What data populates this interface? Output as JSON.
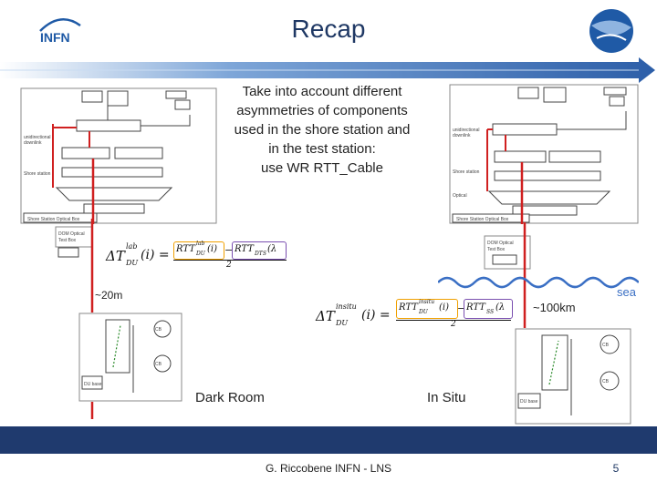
{
  "slide": {
    "title": "Recap",
    "intro_lines": [
      "Take into account different",
      "asymmetries of components",
      "used in the shore station and",
      "in the test station:",
      "use WR RTT_Cable"
    ]
  },
  "labels": {
    "distance_short": "~20m",
    "distance_long": "~100km",
    "sea": "sea",
    "dark_room": "Dark Room",
    "in_situ": "In Situ"
  },
  "equations": {
    "lab_lhs": "ΔT",
    "lab_sub": "DU",
    "lab_sup": "lab",
    "lab_arg": "(i) =",
    "insitu_lhs": "ΔT",
    "insitu_sub": "DU",
    "insitu_sup": "insitu",
    "insitu_arg": "(i) =",
    "rtt_lab": "RTT",
    "rtt_lab_sub": "DU",
    "rtt_lab_sup": "lab",
    "rtt_lab_arg": "(i)",
    "rtt_dts": "RTT",
    "rtt_dts_sub": "DTS",
    "rtt_dts_arg": "(λ",
    "rtt_insitu": "RTT",
    "rtt_insitu_sub": "DU",
    "rtt_insitu_sup": "insitu",
    "rtt_insitu_arg": "(i)",
    "rtt_ss": "RTT",
    "rtt_ss_sub": "SS",
    "rtt_ss_arg": "(λ",
    "minus": "−",
    "denominator": "2"
  },
  "footer": {
    "author": "G. Riccobene   INFN - LNS",
    "page_number": "5"
  },
  "colors": {
    "accent_blue": "#1f3864",
    "footer_bar": "#1f3a6e",
    "red_fiber": "#d02020",
    "highlight_orange": "#f0a000",
    "highlight_purple": "#7a4fb0",
    "sea_wave": "#3a6fc4"
  },
  "logo": {
    "infn": "INFN"
  }
}
